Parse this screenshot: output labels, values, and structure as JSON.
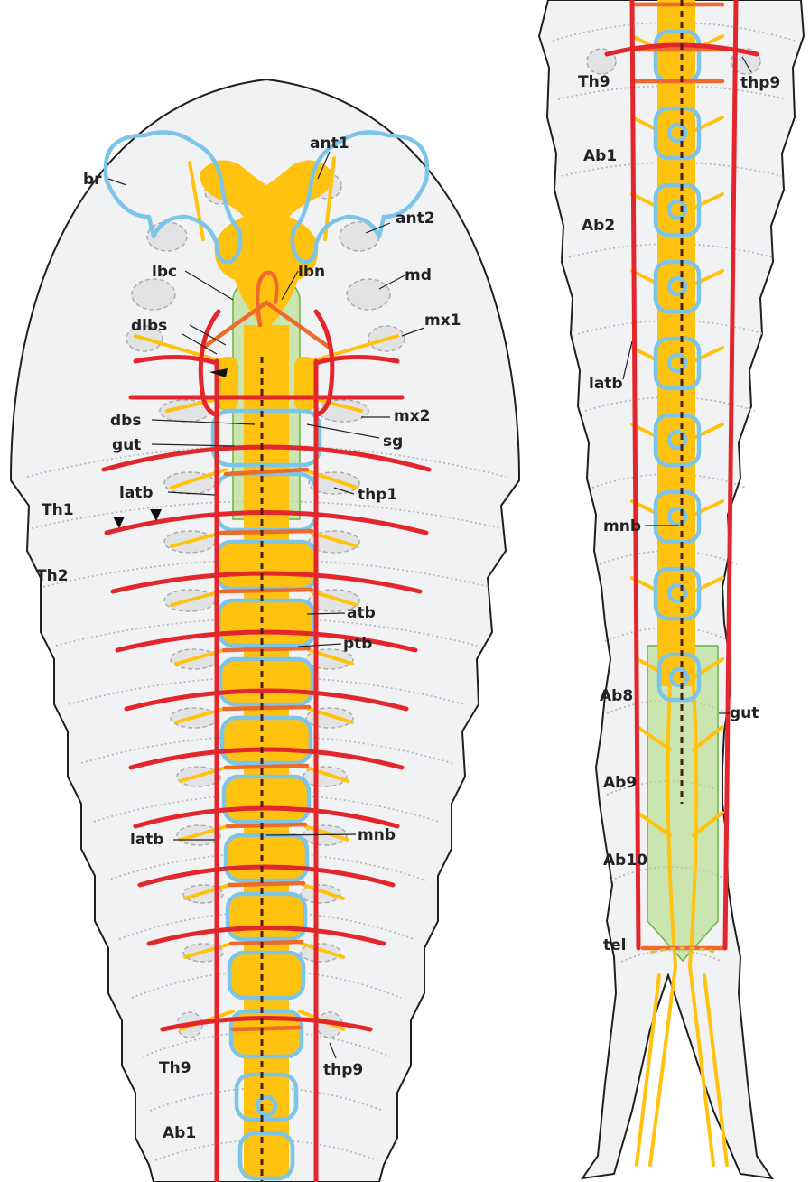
{
  "labels": {
    "br": "br",
    "ant1": "ant1",
    "ant2": "ant2",
    "lbc": "lbc",
    "lbn": "lbn",
    "md": "md",
    "mx1": "mx1",
    "dlbs": "dlbs",
    "dbs": "dbs",
    "mx2": "mx2",
    "gut": "gut",
    "sg": "sg",
    "latb": "latb",
    "thp1": "thp1",
    "th1": "Th1",
    "th2": "Th2",
    "atb": "atb",
    "ptb": "ptb",
    "mnb": "mnb",
    "th9": "Th9",
    "thp9": "thp9",
    "ab1": "Ab1",
    "ab2": "Ab2",
    "ab8": "Ab8",
    "ab9": "Ab9",
    "ab10": "Ab10",
    "tel": "tel"
  },
  "colors": {
    "body_fill": "#f1f2f4",
    "outline": "#1f1f1f",
    "nervous_system": "#ffc20f",
    "brain_outline": "#7cc4e8",
    "red_tracts": "#e3262c",
    "orange_tracts": "#ee6a2b",
    "gut": "#b7dd8e",
    "midline": "#4a1f14"
  }
}
